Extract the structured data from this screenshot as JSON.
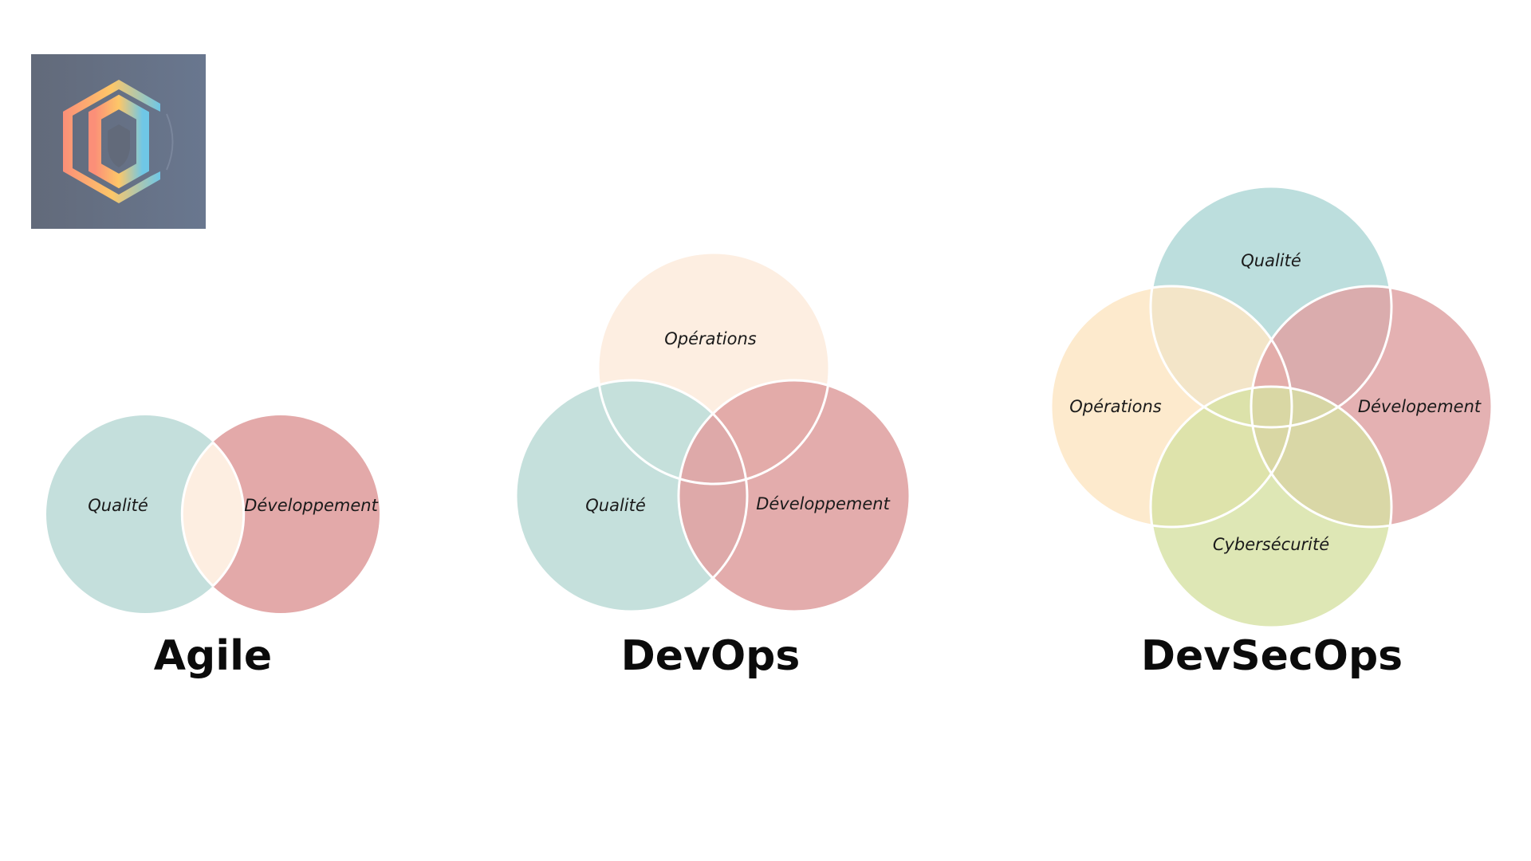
{
  "logo": {
    "icon": "shield-hexagon-logo-icon"
  },
  "agile": {
    "title": "Agile",
    "labels": {
      "quality": "Qualité",
      "development": "Développement"
    },
    "colors": {
      "quality": "#c4dfdc",
      "development": "#e3a9a9",
      "overlap": "#fdeee1"
    }
  },
  "devops": {
    "title": "DevOps",
    "labels": {
      "operations": "Opérations",
      "quality": "Qualité",
      "development": "Développement"
    },
    "colors": {
      "operations": "#fdeee1",
      "quality": "#c2deda",
      "development": "#e0a3a3"
    }
  },
  "devsecops": {
    "title": "DevSecOps",
    "labels": {
      "quality": "Qualité",
      "operations": "Opérations",
      "development": "Dévelopement",
      "cybersecurity": "Cybersécurité"
    },
    "colors": {
      "quality": "#bcdedd",
      "operations": "#fde6c4",
      "development": "#dfa3a4",
      "cybersecurity": "#d6e1a3"
    }
  }
}
